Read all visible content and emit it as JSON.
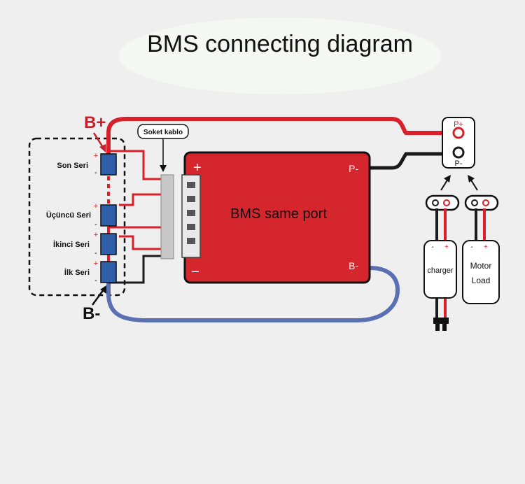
{
  "title": "BMS connecting diagram",
  "labels": {
    "b_plus": "B+",
    "b_minus": "B-",
    "connector_cable": "Soket kablo",
    "bms_text": "BMS same port",
    "bms_plus": "+",
    "bms_minus": "–",
    "bms_p_minus": "P-",
    "bms_b_minus": "B-",
    "port_p_plus": "P+",
    "port_p_minus": "P-",
    "charger": "charger",
    "motor_line1": "Motor",
    "motor_line2": "Load"
  },
  "cells": [
    {
      "name": "Son Seri",
      "plus": "+",
      "minus": "-"
    },
    {
      "name": "Üçüncü Seri",
      "plus": "+",
      "minus": "-"
    },
    {
      "name": "İkinci Seri",
      "plus": "+",
      "minus": "-"
    },
    {
      "name": "İlk Seri",
      "plus": "+",
      "minus": "-"
    }
  ],
  "device_polarity": {
    "charger_minus": "-",
    "charger_plus": "+",
    "motor_minus": "-",
    "motor_plus": "+"
  },
  "colors": {
    "background": "#efefef",
    "positive_wire": "#d8202a",
    "negative_wire": "#1a1a1a",
    "b_minus_wire": "#5b6fb3",
    "bms_board": "#d6262d",
    "cell": "#2f5fa8",
    "accent_text": "#c8202a"
  }
}
